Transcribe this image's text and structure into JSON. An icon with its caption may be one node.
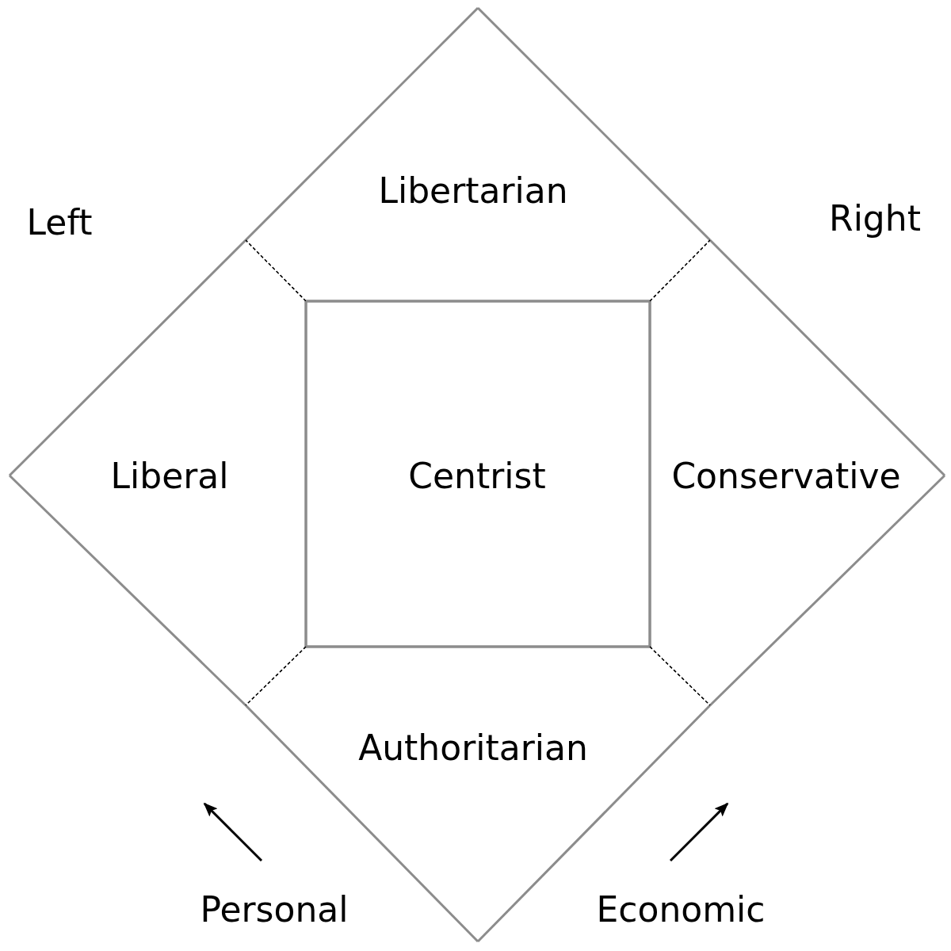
{
  "diagram": {
    "nodes": [
      {
        "text": [
          "Libertarian"
        ]
      },
      {
        "text": [
          "Liberal"
        ]
      },
      {
        "text": [
          "Centrist"
        ]
      },
      {
        "text": [
          "Conservative"
        ]
      },
      {
        "text": [
          "Authoritarian"
        ]
      }
    ],
    "labels": [
      "Left",
      "Right",
      "Personal",
      "Economic"
    ]
  }
}
